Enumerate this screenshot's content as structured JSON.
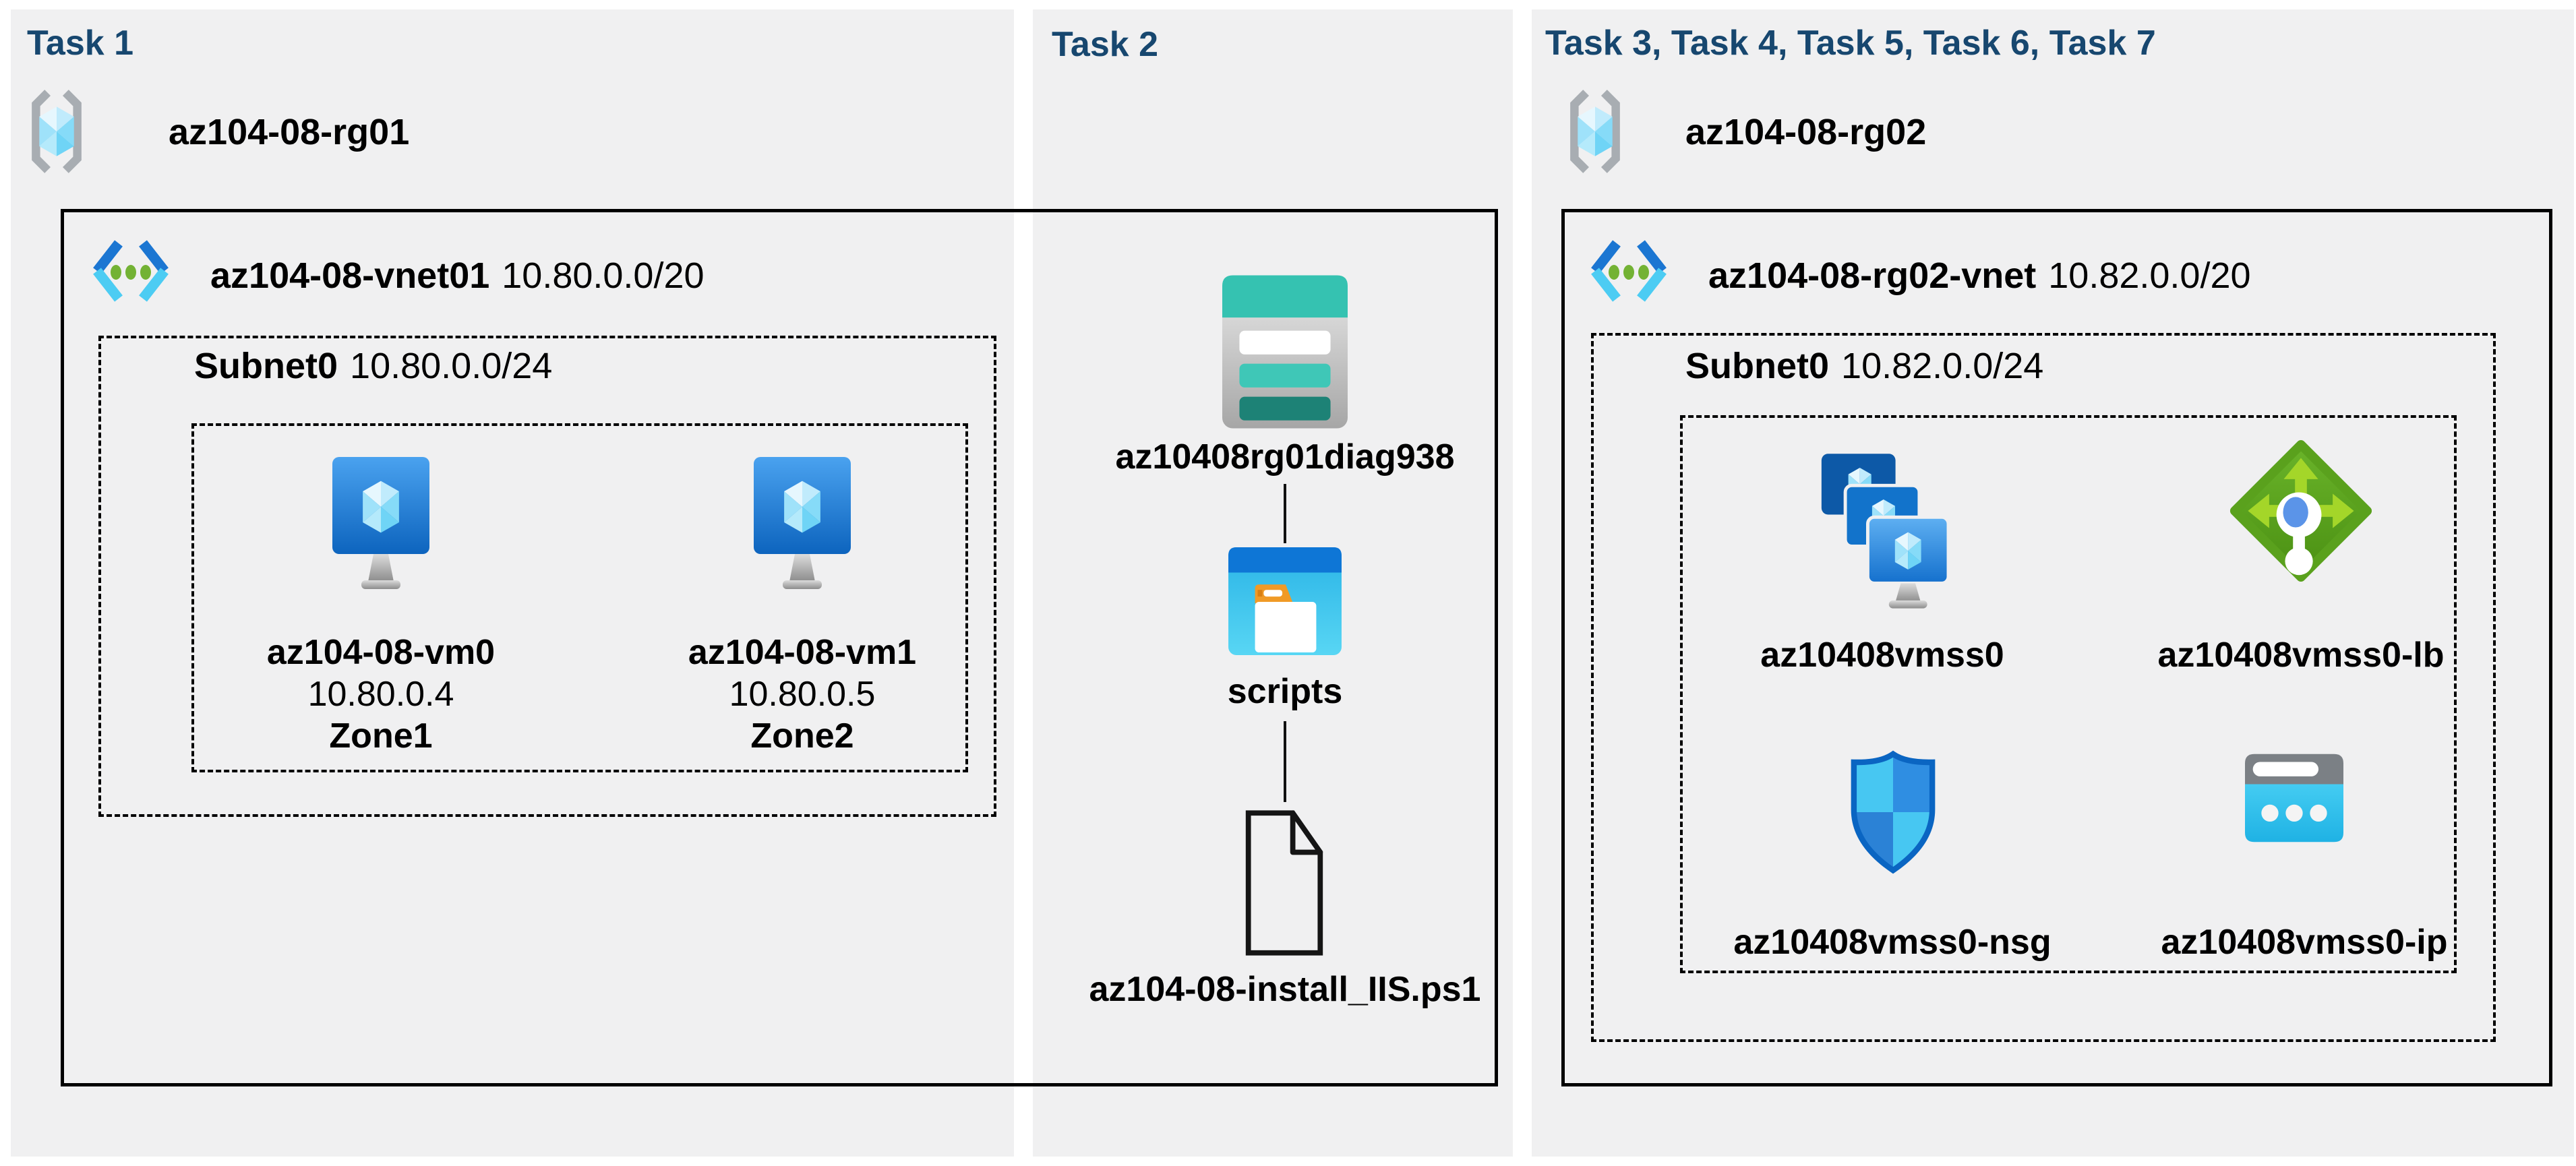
{
  "colors": {
    "title_navy": "#17476f",
    "panel_gray": "#f0f0f1",
    "storage_teal": "#35c2b1",
    "scripts_blue": "#0e76d6",
    "vm_blue": "#1470cd",
    "lb_green": "#5aa11d",
    "nsg_blue": "#0a65c2",
    "ip_cyan": "#2fc0ec"
  },
  "task1": {
    "title": "Task 1",
    "rg": "az104-08-rg01",
    "vnet_name": "az104-08-vnet01",
    "vnet_cidr": "10.80.0.0/20",
    "subnet_name": "Subnet0",
    "subnet_cidr": "10.80.0.0/24",
    "vms": [
      {
        "name": "az104-08-vm0",
        "ip": "10.80.0.4",
        "zone": "Zone1"
      },
      {
        "name": "az104-08-vm1",
        "ip": "10.80.0.5",
        "zone": "Zone2"
      }
    ]
  },
  "task2": {
    "title": "Task 2",
    "storage_account": "az10408rg01diag938",
    "container": "scripts",
    "script_file": "az104-08-install_IIS.ps1"
  },
  "task3": {
    "title": "Task 3, Task 4, Task 5, Task 6, Task 7",
    "rg": "az104-08-rg02",
    "vnet_name": "az104-08-rg02-vnet",
    "vnet_cidr": "10.82.0.0/20",
    "subnet_name": "Subnet0",
    "subnet_cidr": "10.82.0.0/24",
    "vmss": "az10408vmss0",
    "lb": "az10408vmss0-lb",
    "nsg": "az10408vmss0-nsg",
    "pip": "az10408vmss0-ip"
  }
}
